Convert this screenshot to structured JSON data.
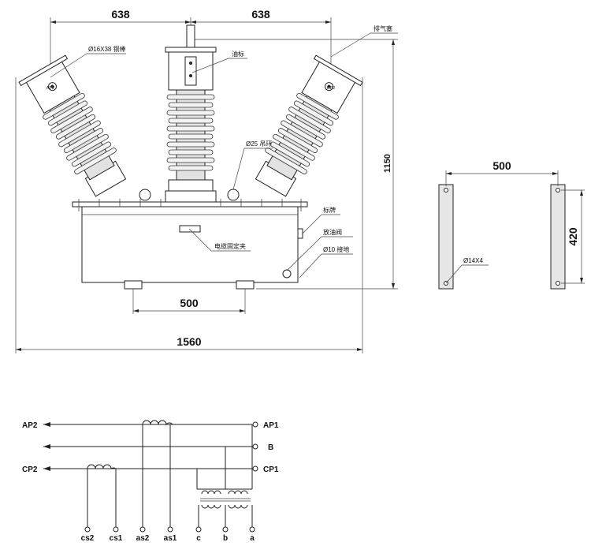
{
  "dimensions": {
    "left_spacing": "638",
    "right_spacing": "638",
    "total_height": "1150",
    "base_mount_spacing": "500",
    "total_width": "1560",
    "bracket_spacing": "500",
    "bracket_height": "420"
  },
  "callouts": {
    "terminal": "Ø16X38 铜棒",
    "vent_cap": "排气塞",
    "oil_gauge": "油标",
    "lifting_ring": "Ø25 吊环",
    "nameplate": "标牌",
    "drain_valve": "放油阀",
    "ground": "Ø10 接地",
    "cable_clamp": "电缆固定夹",
    "bracket_hole": "Ø14X4"
  },
  "bushing_labels": {
    "left": "AP2",
    "right": "CP2"
  },
  "wiring": {
    "left_terminals": [
      "AP2",
      "CP2"
    ],
    "right_terminals": [
      "AP1",
      "B",
      "CP1"
    ],
    "bottom_terminals": [
      "cs2",
      "cs1",
      "as2",
      "as1",
      "c",
      "b",
      "a"
    ]
  }
}
